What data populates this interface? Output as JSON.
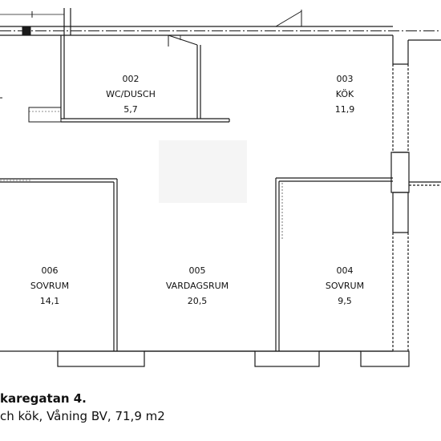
{
  "rooms": [
    {
      "number": "002",
      "name": "WC/DUSCH",
      "area": "5,7"
    },
    {
      "number": "003",
      "name": "KÖK",
      "area": "11,9"
    },
    {
      "number": "006",
      "name": "SOVRUM",
      "area": "14,1"
    },
    {
      "number": "005",
      "name": "VARDAGSRUM",
      "area": "20,5"
    },
    {
      "number": "004",
      "name": "SOVRUM",
      "area": "9,5"
    }
  ],
  "caption": {
    "title": "karegatan 4.",
    "subtitle": "ch kök, Våning BV, 71,9 m2"
  },
  "colors": {
    "line": "#1a1a1a",
    "window": "#555555",
    "background": "#ffffff"
  }
}
